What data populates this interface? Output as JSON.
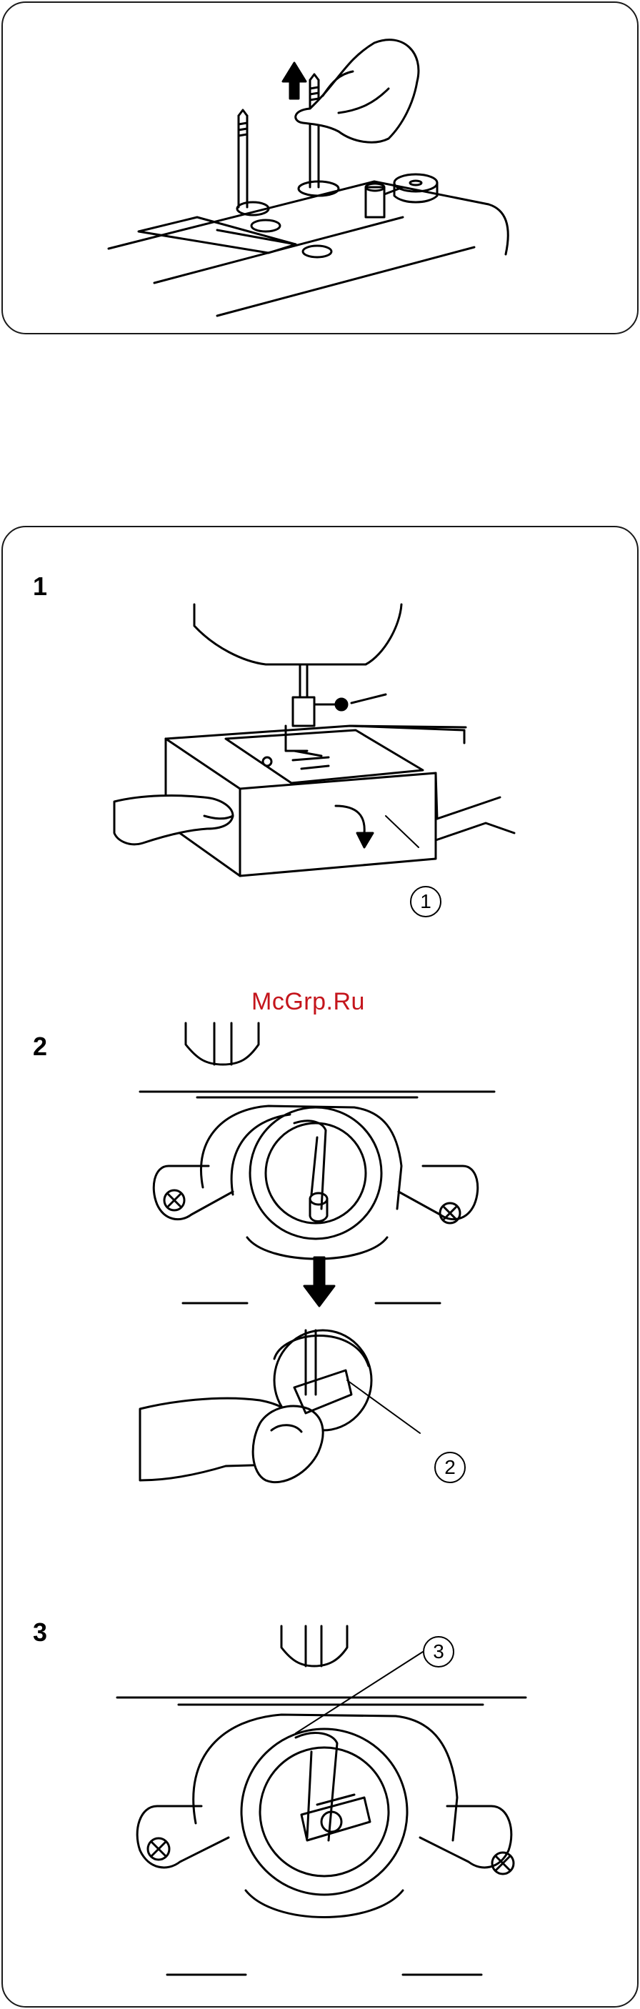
{
  "steps": [
    {
      "number": "1",
      "callout": "1"
    },
    {
      "number": "2",
      "callout": "2"
    },
    {
      "number": "3",
      "callout": "3"
    }
  ],
  "watermark": "McGrp.Ru"
}
